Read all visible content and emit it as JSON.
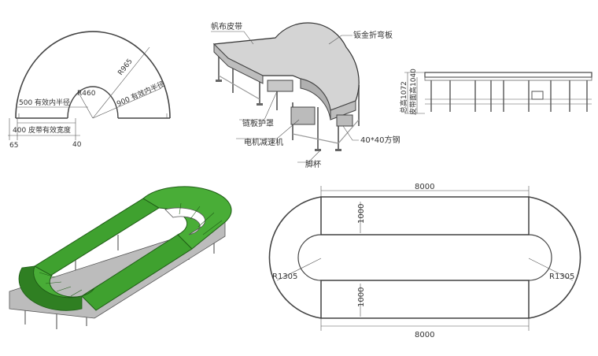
{
  "panel_top_left": {
    "r965": "R965",
    "r460": "R460",
    "label_500": "500 有效内半径",
    "label_900": "900 有效内半径",
    "label_400": "400 皮带有效宽度",
    "dim_65": "65",
    "dim_40": "40"
  },
  "panel_top_center": {
    "belt": "帆布皮带",
    "sheet_metal": "钣金折弯板",
    "chain_guard": "链板护罩",
    "motor": "电机减速机",
    "steel": "40*40方钢",
    "foot_cup": "脚杯"
  },
  "panel_top_right": {
    "total_height": "总高1072",
    "belt_height": "皮带面高1040"
  },
  "panel_bottom_right": {
    "length_top": "8000",
    "length_bottom": "8000",
    "width_top": "1000",
    "width_bottom": "1000",
    "radius_left": "R1305",
    "radius_right": "R1305"
  },
  "colors": {
    "line": "#444444",
    "belt_green": "#3fa12f",
    "belt_green_dark": "#2f7f22",
    "belt_grey": "#d4d4d4",
    "frame": "#9a9a9a"
  }
}
